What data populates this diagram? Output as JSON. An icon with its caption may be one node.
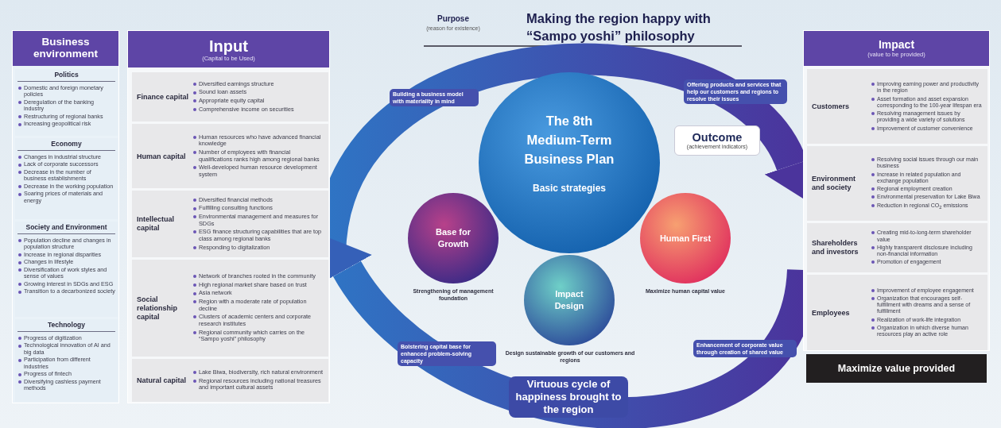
{
  "diagram": {
    "title": "Making the region happy with “Sampo yoshi” philosophy",
    "nodes": [
      {
        "text": [
          "Business environment"
        ]
      },
      {
        "text": [
          "Politics",
          "Domestic and foreign monetary policies",
          "Deregulation of the banking industry",
          "Restructuring of regional banks",
          "Increasing geopolitical risk"
        ],
        "in": 0
      },
      {
        "text": [
          "Economy",
          "Changes in industrial structure",
          "Lack of corporate successors",
          "Decrease in the number of business establishments",
          "Decrease in the working population",
          "Soaring prices of materials and energy"
        ],
        "in": 0
      },
      {
        "text": [
          "Society and Environment",
          "Population decline and changes in population structure",
          "Increase in regional disparities",
          "Changes in lifestyle",
          "Diversification of work styles and sense of values",
          "Growing interest in SDGs and ESG",
          "Transition to a decarbonized society"
        ],
        "in": 0
      },
      {
        "text": [
          "Technology",
          "Progress of digitization",
          "Technological innovation of AI and big data",
          "Participation from different industries",
          "Progress of fintech",
          "Diversifying cashless payment methods"
        ],
        "in": 0
      },
      {
        "text": [
          "Input",
          "(Capital to be Used)"
        ]
      },
      {
        "text": [
          "Finance capital",
          "Diversified earnings structure",
          "Sound loan assets",
          "Appropriate equity capital",
          "Comprehensive income on securities"
        ],
        "in": 5
      },
      {
        "text": [
          "Human capital",
          "Human resources who have advanced financial knowledge",
          "Number of employees with financial qualifications ranks high among regional banks",
          "Well-developed human resource development system"
        ],
        "in": 5
      },
      {
        "text": [
          "Intellectual capital",
          "Diversified financial methods",
          "Fulfilling consulting functions",
          "Environmental management and measures for SDGs",
          "ESG finance structuring capabilities that are top class among regional banks",
          "Responding to digitalization"
        ],
        "in": 5
      },
      {
        "text": [
          "Social relationship capital",
          "Network of branches rooted in the community",
          "High regional market share based on trust",
          "Asia network",
          "Region with a moderate rate of population decline",
          "Clusters of academic centers and corporate research institutes",
          "Regional community which carries on the “Sampo yoshi” philosophy"
        ],
        "in": 5
      },
      {
        "text": [
          "Natural capital",
          "Lake Biwa, biodiversity, rich natural environment",
          "Regional resources including national treasures and important cultural assets"
        ],
        "in": 5
      },
      {
        "text": [
          "The 8th Medium-Term Business Plan",
          "Basic strategies"
        ]
      },
      {
        "text": [
          "Base for Growth"
        ],
        "beside": [
          "Strengthening of management foundation"
        ]
      },
      {
        "text": [
          "Human First"
        ],
        "beside": [
          "Maximize human capital value"
        ]
      },
      {
        "text": [
          "Impact Design"
        ],
        "beside": [
          "Design sustainable growth of our customers and regions"
        ]
      },
      {
        "text": [
          "Outcome",
          "(achievement indicators)"
        ]
      },
      {
        "text": [
          "Impact",
          "(value to be provided)"
        ]
      },
      {
        "text": [
          "Customers",
          "Improving earning power and productivity in the region",
          "Asset formation and asset expansion corresponding to the 100-year lifespan era",
          "Resolving management issues by providing a wide variety of solutions",
          "Improvement of customer convenience"
        ],
        "in": 16
      },
      {
        "text": [
          "Environment and society",
          "Resolving social issues through our main business",
          "Increase in related population and exchange population",
          "Regional employment creation",
          "Environmental preservation for Lake Biwa",
          "Reduction in regional CO$_{2}$ emissions"
        ],
        "in": 16
      },
      {
        "text": [
          "Shareholders and investors",
          "Creating mid-to-long-term shareholder value",
          "Highly transparent disclosure including non-financial information",
          "Promotion of engagement"
        ],
        "in": 16
      },
      {
        "text": [
          "Employees",
          "Improvement of employee engagement",
          "Organization that encourages self-fulfillment with dreams and a sense of fulfillment",
          "Realization of work-life integration",
          "Organization in which diverse human resources play an active role"
        ],
        "in": 16
      },
      {
        "text": [
          "Maximize value provided"
        ]
      }
    ],
    "edges": [
      {
        "from": 5,
        "to": 16,
        "arrow": "to"
      },
      {
        "from": 16,
        "to": 5,
        "arrow": "to"
      }
    ],
    "labels": [
      "Purpose",
      "(reason for existence)",
      "Building a business model with materiality in mind",
      "Offering products and services that help our customers and regions to resolve their issues",
      "Bolstering capital base for enhanced problem-solving capacity",
      "Enhancement of corporate value through creation of shared value",
      "Virtuous cycle of happiness brought to the region"
    ]
  }
}
